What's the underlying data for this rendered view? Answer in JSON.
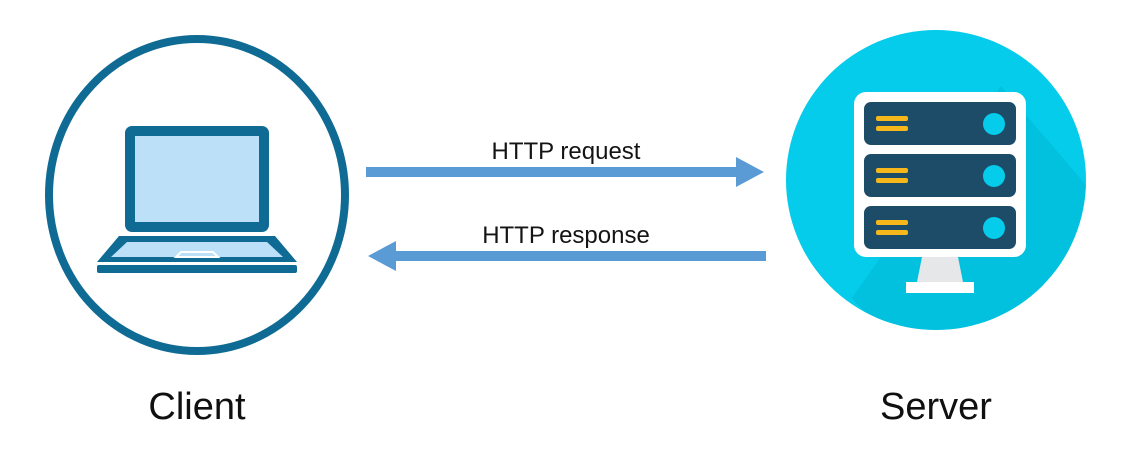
{
  "diagram": {
    "type": "client-server-http-flow",
    "background_color": "#ffffff",
    "nodes": [
      {
        "id": "client",
        "caption": "Client",
        "icon": "laptop-icon",
        "style": "outlined-circle",
        "circle_stroke_color": "#0F6B94",
        "circle_fill_color": "#ffffff",
        "icon_outline_color": "#0F6B94",
        "icon_screen_color": "#BCE0F8"
      },
      {
        "id": "server",
        "caption": "Server",
        "icon": "server-rack-icon",
        "style": "filled-circle-long-shadow",
        "circle_fill_color": "#04CCEA",
        "shadow_color": "#00B8D4",
        "rack_unit_color": "#1D4C68",
        "rack_led_color": "#04CCEA",
        "rack_bar_color": "#F5B71A",
        "chassis_color": "#ffffff",
        "stand_color": "#E6E7E8",
        "rack_unit_count": 3
      }
    ],
    "arrows": [
      {
        "id": "http-request",
        "label": "HTTP request",
        "direction": "right",
        "from": "client",
        "to": "server",
        "color": "#5B9BD5"
      },
      {
        "id": "http-response",
        "label": "HTTP response",
        "direction": "left",
        "from": "server",
        "to": "client",
        "color": "#5B9BD5"
      }
    ],
    "label_text_color": "#141414",
    "caption_text_color": "#101010"
  }
}
